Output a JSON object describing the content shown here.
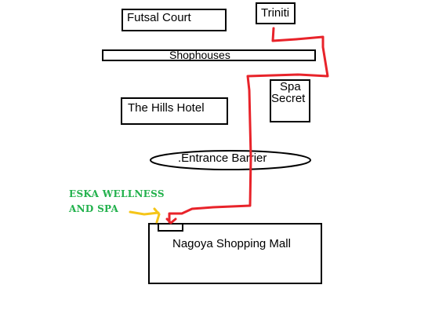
{
  "map": {
    "places": {
      "futsal_court": "Futsal Court",
      "triniti": "Triniti",
      "shophouses": "Shophouses",
      "spa_secret_line1": "Spa",
      "spa_secret_line2": "Secret",
      "hills_hotel": "The Hills Hotel",
      "entrance_barrier": ".Entrance Barrier",
      "nagoya_mall": "Nagoya Shopping Mall"
    },
    "annotation": {
      "line1": "ESKA WELLNESS",
      "line2": "AND SPA",
      "color": "#22b14c"
    },
    "colors": {
      "route": "#e8232a",
      "pointer_arrow": "#f5c518",
      "outline": "#000000"
    }
  }
}
